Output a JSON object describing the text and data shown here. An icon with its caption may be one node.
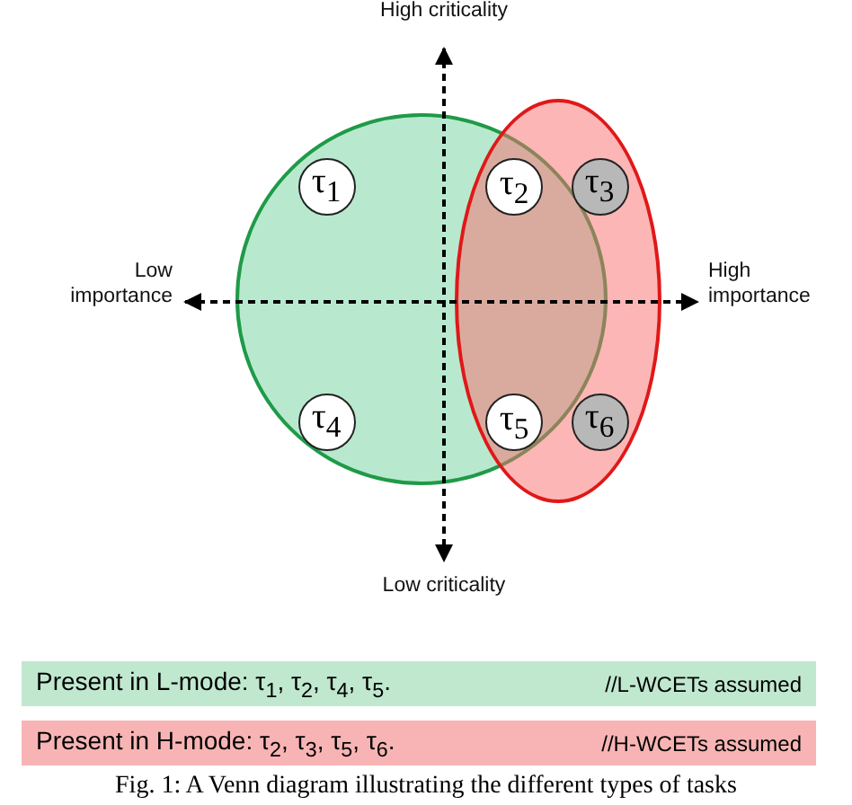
{
  "diagram": {
    "caption": "Fig. 1: A Venn diagram illustrating the different types of tasks",
    "nodes": [
      {
        "text": [],
        "shape": "circle"
      },
      {
        "text": [],
        "shape": "ellipse"
      },
      {
        "text": [
          "τ$_{1}$"
        ],
        "in": 0
      },
      {
        "text": [
          "τ$_{2}$"
        ]
      },
      {
        "text": [
          "τ$_{3}$"
        ],
        "in": 1
      },
      {
        "text": [
          "τ$_{4}$"
        ],
        "in": 0
      },
      {
        "text": [
          "τ$_{5}$"
        ]
      },
      {
        "text": [
          "τ$_{6}$"
        ],
        "in": 1
      },
      {
        "text": [
          "Present in L-mode: τ$_{1}$, τ$_{2}$, τ$_{4}$, τ$_{5}$.",
          "//L-WCETs assumed"
        ]
      },
      {
        "text": [
          "Present in H-mode: τ$_{2}$, τ$_{3}$, τ$_{5}$, τ$_{6}$.",
          "//H-WCETs assumed"
        ]
      }
    ],
    "edges": [],
    "labels": [
      "High criticality",
      "Low importance",
      "High importance",
      "Low criticality"
    ]
  }
}
